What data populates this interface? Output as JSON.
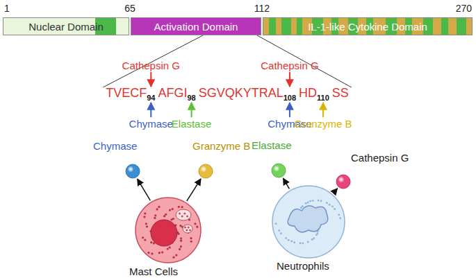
{
  "diagram": {
    "nodes": [
      {
        "text": [
          "Nuclear Domain"
        ]
      },
      {
        "text": [
          "Activation Domain"
        ]
      },
      {
        "text": [
          "IL-1-like Cytokine Domain"
        ]
      },
      {
        "text": [
          "Mast Cells"
        ]
      },
      {
        "text": [
          "Neutrophils"
        ]
      },
      {
        "text": [
          "Chymase"
        ]
      },
      {
        "text": [
          "Granzyme B"
        ]
      },
      {
        "text": [
          "Elastase"
        ]
      },
      {
        "text": [
          "Cathepsin G"
        ]
      }
    ],
    "edges": [
      {
        "from": 3,
        "to": 5,
        "arrow": "to"
      },
      {
        "from": 3,
        "to": 6,
        "arrow": "to"
      },
      {
        "from": 4,
        "to": 7,
        "arrow": "to"
      },
      {
        "from": 4,
        "to": 8,
        "arrow": "to"
      }
    ],
    "labels": [
      "1",
      "65",
      "112",
      "270",
      "TVECF",
      "94",
      "AFGI",
      "98",
      "SGVQKYTRAL",
      "108",
      "HD",
      "110",
      "SS",
      "Cathepsin G",
      "Cathepsin G",
      "Chymase",
      "Elastase",
      "Chymase",
      "Granzyme B"
    ]
  }
}
